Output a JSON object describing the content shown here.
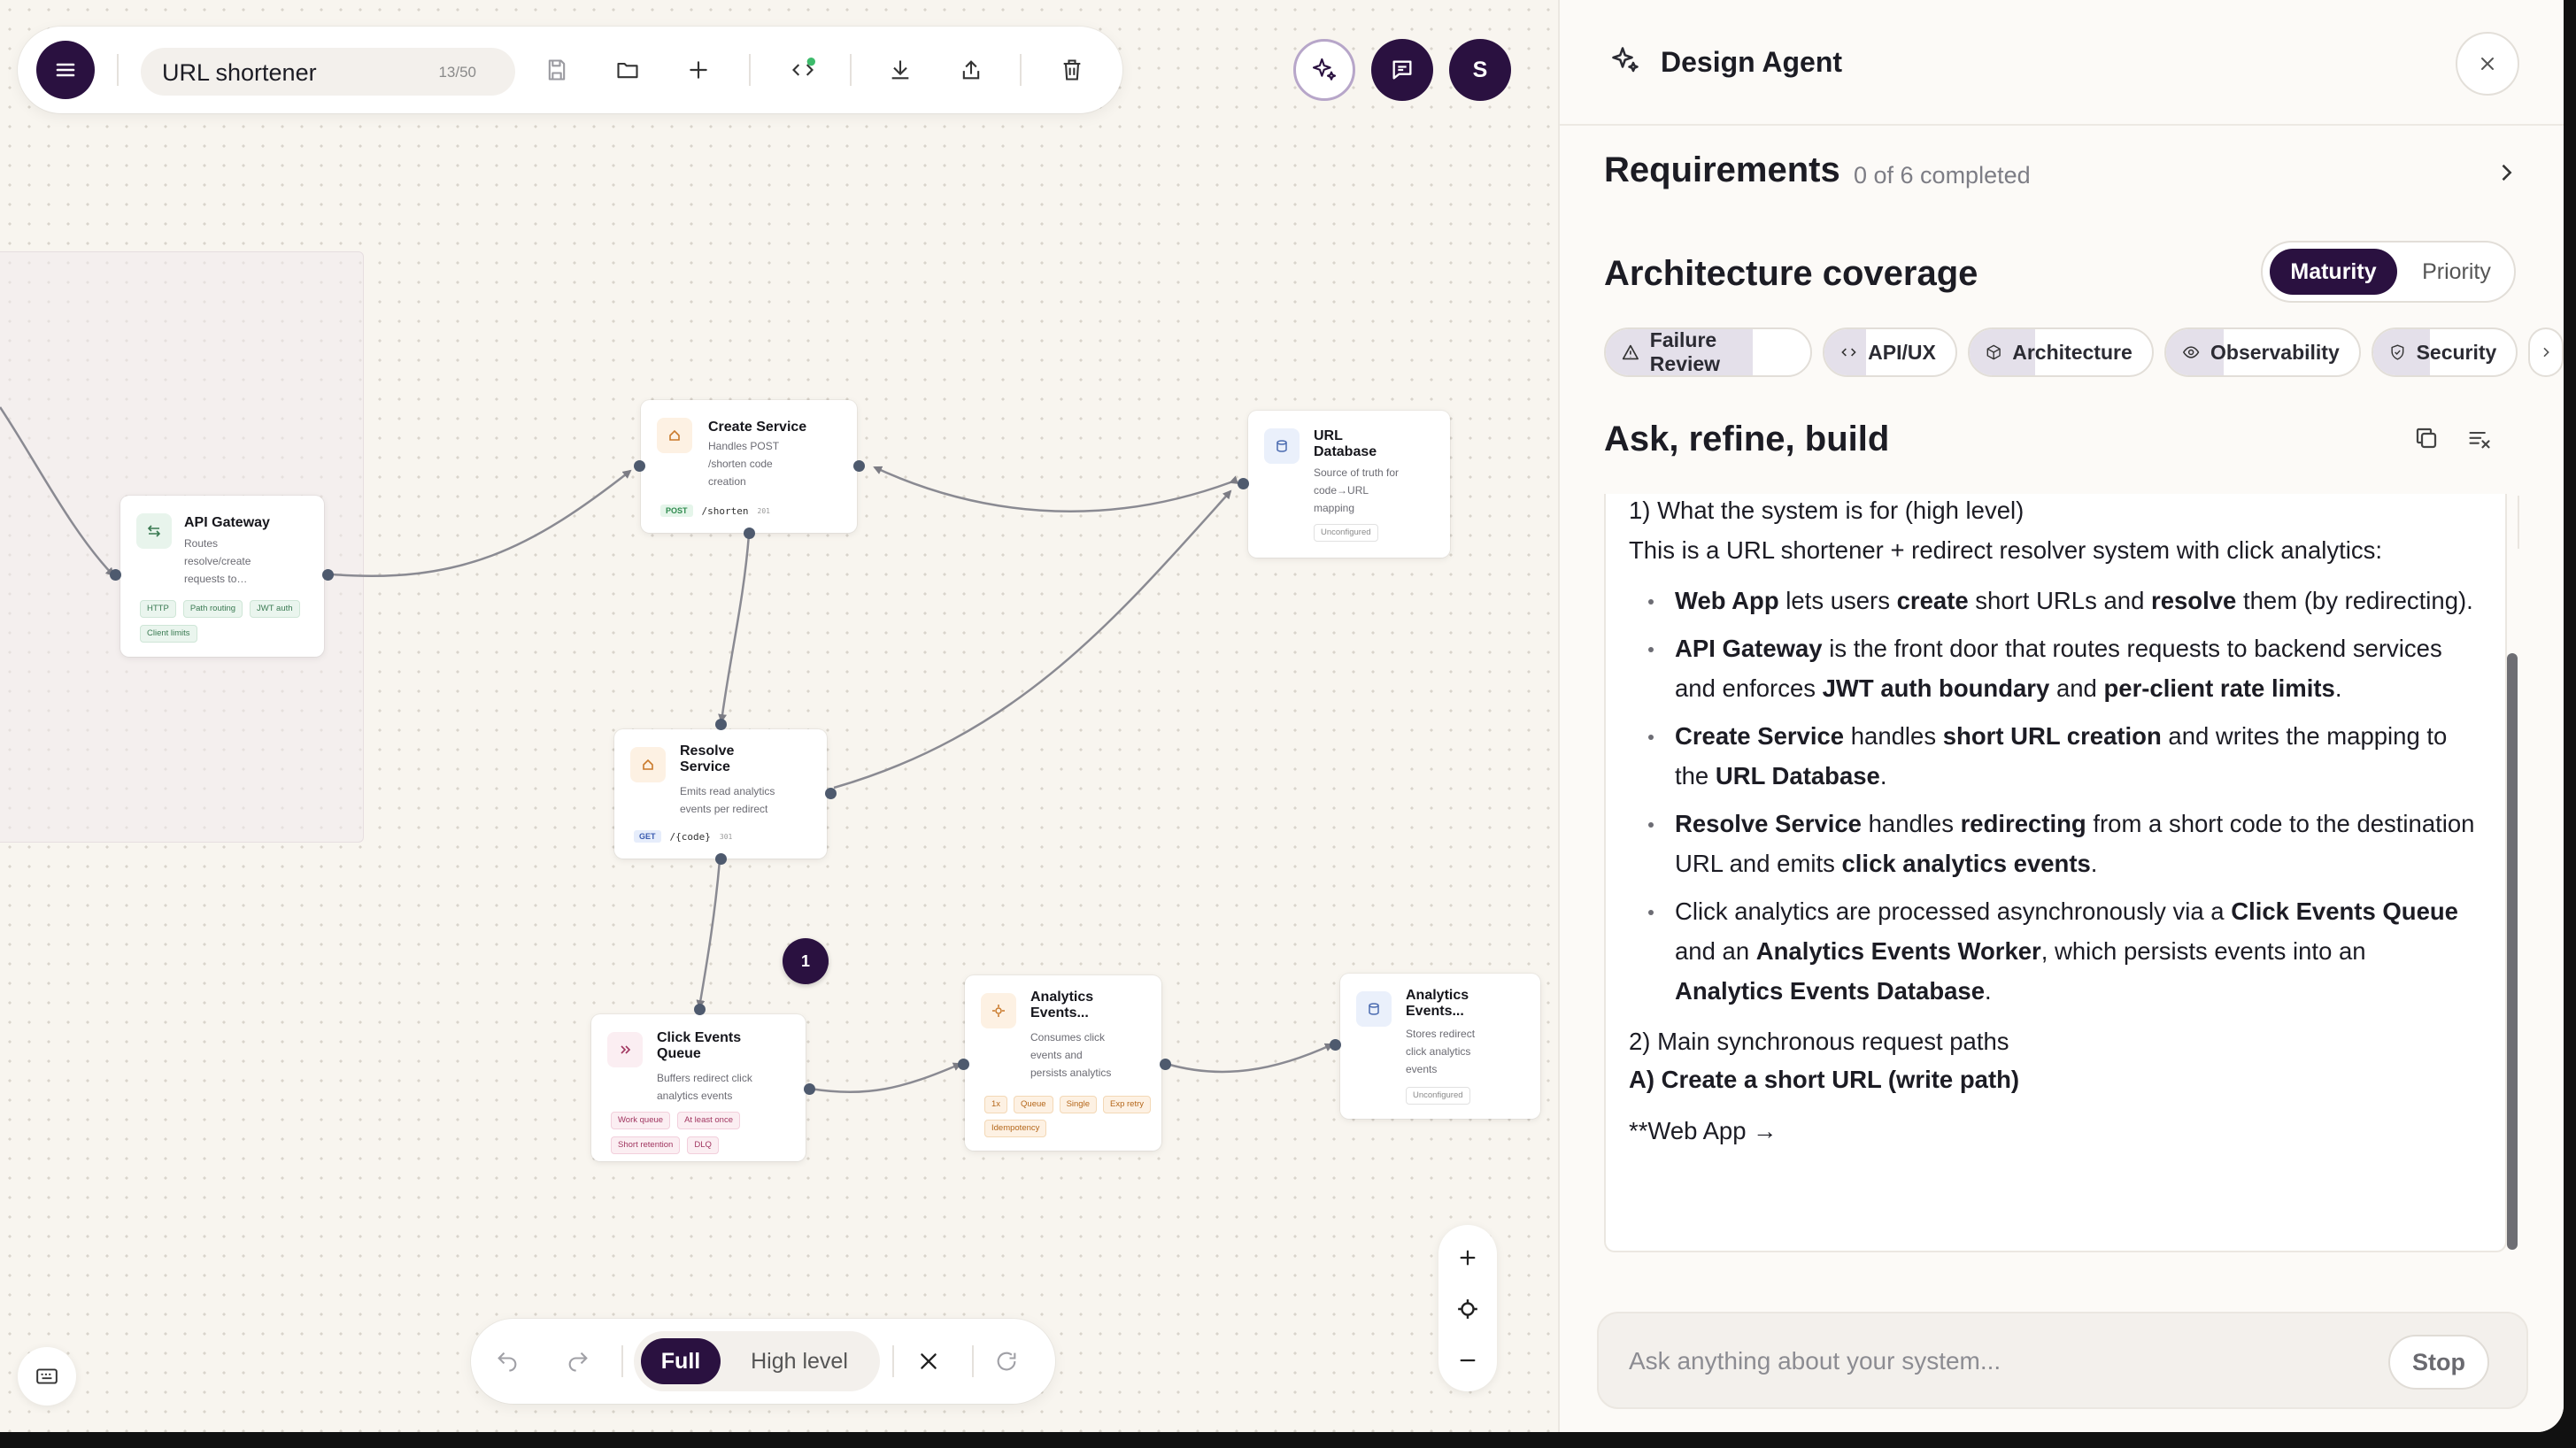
{
  "toolbar": {
    "title": "URL shortener",
    "title_count": "13/50",
    "buttons": [
      "menu",
      "save",
      "open",
      "new",
      "code",
      "download",
      "share",
      "delete"
    ]
  },
  "header_actions": {
    "avatar_initial": "S"
  },
  "nodes": {
    "api_gateway": {
      "title": "API Gateway",
      "desc": "Routes\nresolve/create\nrequests to…",
      "tags": [
        "HTTP",
        "Path routing",
        "JWT auth",
        "Client limits"
      ]
    },
    "create_service": {
      "title": "Create Service",
      "desc": "Handles POST\n/shorten code\ncreation",
      "method": "POST",
      "path": "/shorten",
      "code": "201"
    },
    "url_database": {
      "title": "URL\nDatabase",
      "desc": "Source of truth for\ncode→URL\nmapping",
      "tags": [
        "Unconfigured"
      ]
    },
    "resolve_service": {
      "title": "Resolve\nService",
      "desc": "Emits read analytics\nevents per redirect",
      "method": "GET",
      "path": "/{code}",
      "code": "301"
    },
    "click_events_queue": {
      "title": "Click Events\nQueue",
      "desc": "Buffers redirect click\nanalytics events",
      "tags": [
        "Work queue",
        "At least once",
        "Short retention",
        "DLQ"
      ]
    },
    "analytics_worker": {
      "title": "Analytics\nEvents...",
      "desc": "Consumes click\nevents and\npersists analytics",
      "tags": [
        "1x",
        "Queue",
        "Single",
        "Exp retry",
        "Idempotency"
      ]
    },
    "analytics_db": {
      "title": "Analytics\nEvents...",
      "desc": "Stores redirect\nclick analytics\nevents",
      "tags": [
        "Unconfigured"
      ]
    }
  },
  "step_badge": "1",
  "bottom_bar": {
    "mode_full": "Full",
    "mode_high": "High level"
  },
  "panel": {
    "title": "Design Agent",
    "requirements_title": "Requirements",
    "requirements_status": "0 of 6 completed",
    "coverage_title": "Architecture coverage",
    "seg_maturity": "Maturity",
    "seg_priority": "Priority",
    "chips": [
      {
        "label": "Failure Review",
        "icon": "warning-icon",
        "fill": 0.72
      },
      {
        "label": "API/UX",
        "icon": "code-icon",
        "fill": 0.32
      },
      {
        "label": "Architecture",
        "icon": "cube-icon",
        "fill": 0.36
      },
      {
        "label": "Observability",
        "icon": "eye-icon",
        "fill": 0.3
      },
      {
        "label": "Security",
        "icon": "shield-icon",
        "fill": 0.4
      }
    ],
    "ask_title": "Ask, refine, build",
    "input_placeholder": "Ask anything about your system...",
    "stop_label": "Stop"
  },
  "message": {
    "h1": "1) What the system is for (high level)",
    "intro": "This is a URL shortener + redirect resolver system with click analytics:",
    "b1": {
      "s1": "Web App",
      "t1": " lets users ",
      "s2": "create",
      "t2": " short URLs and ",
      "s3": "resolve",
      "t3": " them (by redirecting)."
    },
    "b2": {
      "s1": "API Gateway",
      "t1": " is the front door that routes requests to backend services and enforces ",
      "s2": "JWT auth boundary",
      "t2": " and ",
      "s3": "per-client rate limits",
      "t3": "."
    },
    "b3": {
      "s1": "Create Service",
      "t1": " handles ",
      "s2": "short URL creation",
      "t2": " and writes the mapping to the ",
      "s3": "URL Database",
      "t3": "."
    },
    "b4": {
      "s1": "Resolve Service",
      "t1": " handles ",
      "s2": "redirecting",
      "t2": " from a short code to the destination URL and emits ",
      "s3": "click analytics events",
      "t3": "."
    },
    "b5": {
      "t0": "Click analytics are processed asynchronously via a ",
      "s1": "Click Events Queue",
      "t1": " and an ",
      "s2": "Analytics Events Worker",
      "t2": ", which persists events into an ",
      "s3": "Analytics Events Database",
      "t3": "."
    },
    "h2": "2) Main synchronous request paths",
    "h3": "A) Create a short URL (write path)",
    "tail": "**Web App →"
  },
  "colors": {
    "brand": "#2a1140",
    "accent_green": "#3dbb6b",
    "canvas": "#f8f5ef"
  }
}
